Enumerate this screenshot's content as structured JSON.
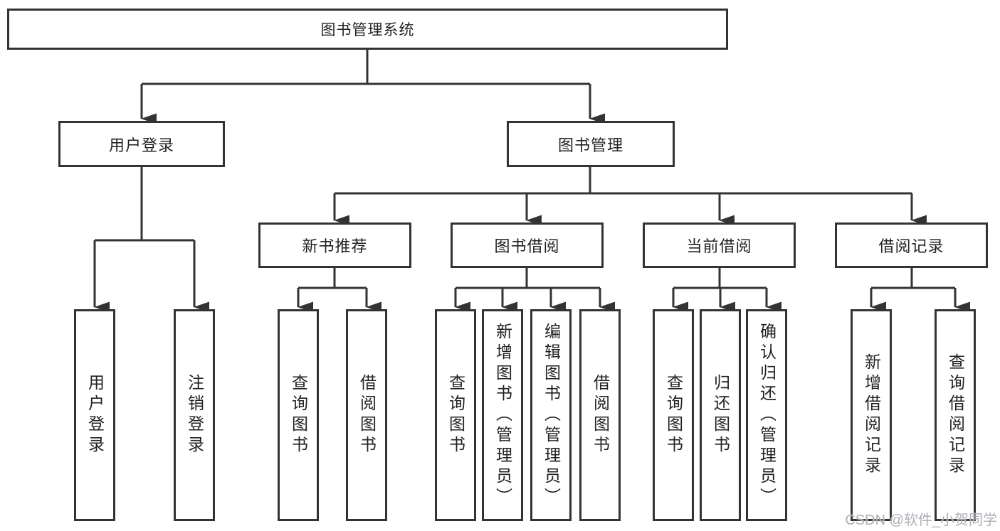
{
  "diagram": {
    "root": {
      "label": "图书管理系统"
    },
    "branches": [
      {
        "label": "用户登录",
        "children": [
          {
            "label": "用户登录"
          },
          {
            "label": "注销登录"
          }
        ]
      },
      {
        "label": "图书管理",
        "children": [
          {
            "label": "新书推荐",
            "children": [
              {
                "label": "查询图书"
              },
              {
                "label": "借阅图书"
              }
            ]
          },
          {
            "label": "图书借阅",
            "children": [
              {
                "label": "查询图书"
              },
              {
                "label": "新增图书（管理员）"
              },
              {
                "label": "编辑图书（管理员）"
              },
              {
                "label": "借阅图书"
              }
            ]
          },
          {
            "label": "当前借阅",
            "children": [
              {
                "label": "查询图书"
              },
              {
                "label": "归还图书"
              },
              {
                "label": "确认归还（管理员）"
              }
            ]
          },
          {
            "label": "借阅记录",
            "children": [
              {
                "label": "新增借阅记录"
              },
              {
                "label": "查询借阅记录"
              }
            ]
          }
        ]
      }
    ],
    "watermark": "CSDN @软件_小贺同学",
    "colors": {
      "line": "#333333",
      "box_border": "#333333",
      "box_fill": "#ffffff",
      "text": "#222222",
      "watermark": "#a8abb0",
      "background": "#ffffff"
    }
  }
}
